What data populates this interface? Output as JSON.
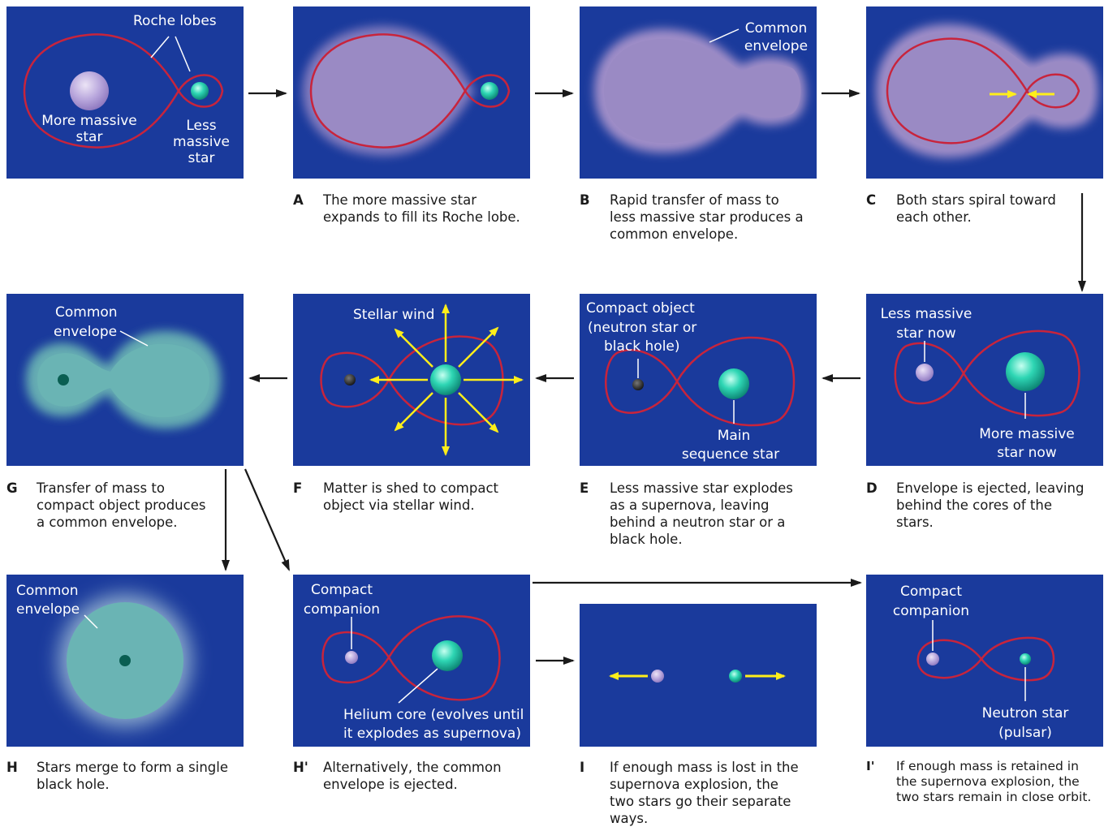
{
  "panels": {
    "p0": {
      "roche_lobes": "Roche lobes",
      "more_massive_1": "More massive",
      "more_massive_2": "star",
      "less_1": "Less",
      "less_2": "massive",
      "less_3": "star"
    },
    "pB": {
      "common_1": "Common",
      "common_2": "envelope"
    },
    "pD": {
      "less_1": "Less massive",
      "less_2": "star now",
      "more_1": "More massive",
      "more_2": "star now"
    },
    "pE": {
      "compact_1": "Compact object",
      "compact_2": "(neutron star or",
      "compact_3": "black hole)",
      "main_1": "Main",
      "main_2": "sequence star"
    },
    "pF": {
      "wind": "Stellar wind"
    },
    "pG": {
      "common_1": "Common",
      "common_2": "envelope"
    },
    "pH": {
      "common_1": "Common",
      "common_2": "envelope"
    },
    "pHp": {
      "compact_1": "Compact",
      "compact_2": "companion",
      "helium_1": "Helium core (evolves until",
      "helium_2": "it explodes as supernova)"
    },
    "pIp": {
      "compact_1": "Compact",
      "compact_2": "companion",
      "neutron_1": "Neutron star",
      "neutron_2": "(pulsar)"
    }
  },
  "captions": {
    "A": {
      "letter": "A",
      "text": "The more massive star expands to fill its Roche lobe."
    },
    "B": {
      "letter": "B",
      "text": "Rapid transfer of mass to less massive star produces a common envelope."
    },
    "C": {
      "letter": "C",
      "text": "Both stars spiral toward each other."
    },
    "D": {
      "letter": "D",
      "text": "Envelope is ejected, leaving behind the cores of the stars."
    },
    "E": {
      "letter": "E",
      "text": "Less massive star explodes as a supernova, leaving behind a neutron star or a black hole."
    },
    "F": {
      "letter": "F",
      "text": "Matter is shed to compact object via stellar wind."
    },
    "G": {
      "letter": "G",
      "text": "Transfer of mass to compact object produces a common envelope."
    },
    "H": {
      "letter": "H",
      "text": "Stars merge to form a single black hole."
    },
    "Hp": {
      "letter": "H'",
      "text": "Alternatively, the common envelope is ejected."
    },
    "I": {
      "letter": "I",
      "text": "If enough mass is lost in the supernova explosion, the two stars go their separate ways."
    },
    "Ip": {
      "letter": "I'",
      "text": "If enough mass is retained in the supernova explosion, the two stars remain in close orbit."
    }
  },
  "colors": {
    "panel_bg": "#1a3a9c",
    "roche_lobe": "#c8243c",
    "arrow_yellow": "#ffee1a",
    "envelope_purple": "#a08ec8",
    "envelope_green": "#6ab4b4"
  }
}
